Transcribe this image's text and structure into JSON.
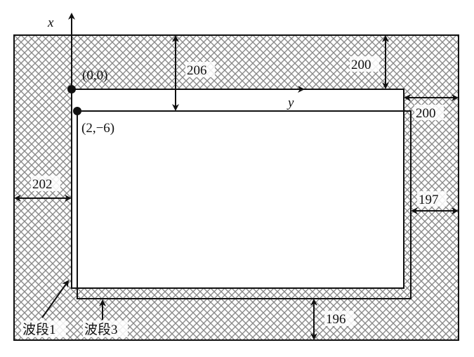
{
  "axes": {
    "x_label": "x",
    "y_label": "y"
  },
  "points": {
    "origin": "(0,0)",
    "band3_corner": "(2,−6)"
  },
  "dimensions": {
    "top_band1": "206",
    "top_right": "200",
    "right_top": "200",
    "left": "202",
    "right": "197",
    "bottom": "196"
  },
  "labels": {
    "band1": "波段1",
    "band3": "波段3"
  },
  "colors": {
    "hatch": "#8a8a8a",
    "line": "#111111"
  }
}
